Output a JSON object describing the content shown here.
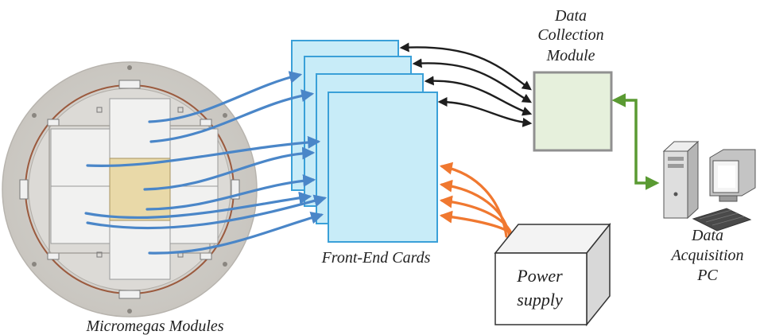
{
  "labels": {
    "dcm": [
      "Data",
      "Collection",
      "Module"
    ],
    "fec": "Front-End Cards",
    "micromegas": "Micromegas Modules",
    "power": [
      "Power",
      "supply"
    ],
    "daq": [
      "Data",
      "Acquisition",
      "PC"
    ]
  },
  "colors": {
    "signal_arrow": "#4a86c8",
    "power_arrow": "#f07830",
    "data_link": "#1e1e1e",
    "pc_link": "#5a9a32",
    "card_fill": "#c8ecf8",
    "card_stroke": "#3aa0d8",
    "dcm_fill": "#e6f0dc",
    "dcm_stroke": "#909090"
  },
  "icons": {
    "detector": "detector-disk-icon",
    "computer": "desktop-computer-icon"
  }
}
